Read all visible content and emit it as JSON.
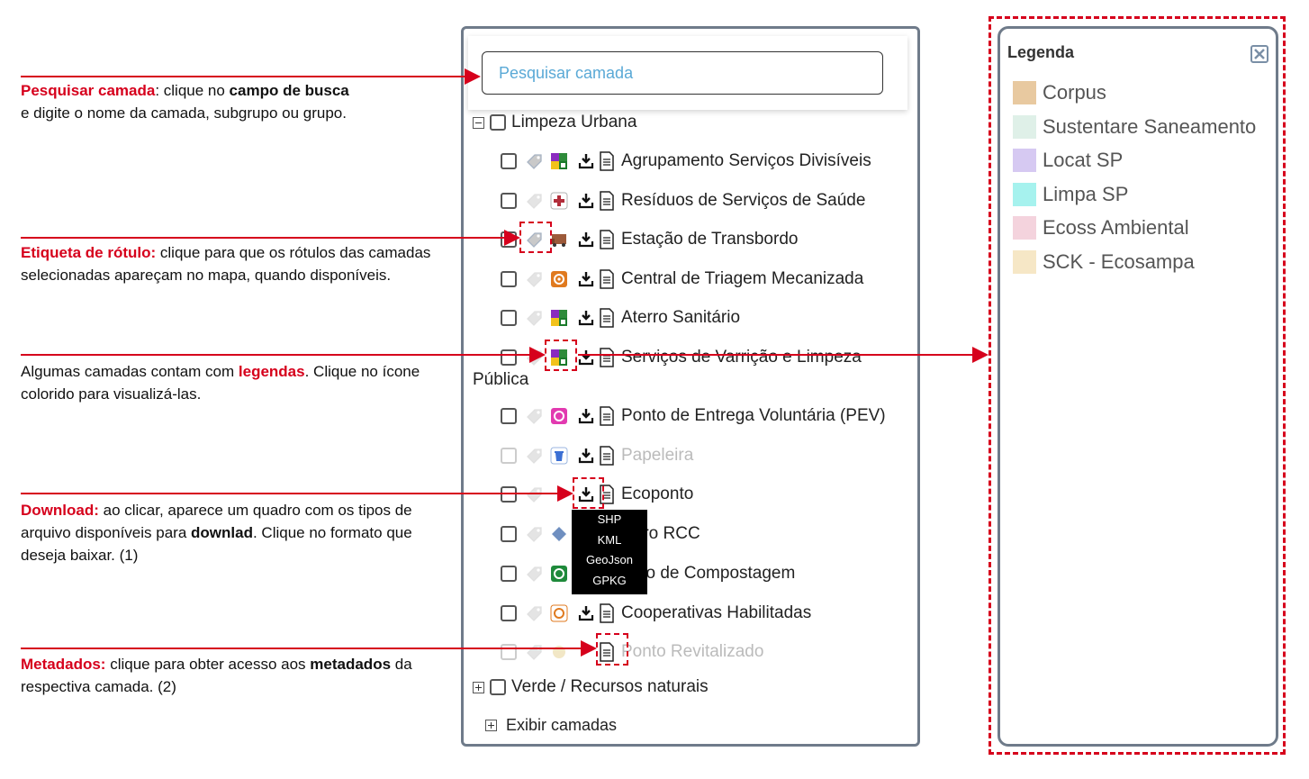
{
  "annotations": {
    "search": {
      "title": "Pesquisar camada",
      "text_before": ": clique no ",
      "bold": "campo de busca",
      "text_after": "e digite o nome da camada, subgrupo ou grupo."
    },
    "label_tag": {
      "title": "Etiqueta de rótulo:",
      "text": " clique para que os rótulos das camadas selecionadas apareçam no mapa, quando disponíveis."
    },
    "legends": {
      "text_before": "Algumas camadas contam com ",
      "highlight": "legendas",
      "text_after": ". Clique no ícone colorido para visualizá-las."
    },
    "download": {
      "title": "Download:",
      "text_before": " ao clicar, aparece um quadro com os tipos de arquivo disponíveis para ",
      "bold": "downlad",
      "text_after": ". Clique no formato que deseja baixar. (1)"
    },
    "metadata": {
      "title": "Metadados:",
      "text_before": " clique para obter acesso aos ",
      "bold": "metadados",
      "text_after": " da respectiva camada. (2)"
    }
  },
  "search": {
    "placeholder": "Pesquisar camada"
  },
  "group": {
    "label": "Limpeza Urbana"
  },
  "layers": [
    {
      "label": "Agrupamento Serviços Divisíveis",
      "symbol": "legend-multicolor-icon"
    },
    {
      "label": "Resíduos de Serviços de Saúde",
      "symbol": "medical-cross-icon"
    },
    {
      "label": "Estação de Transbordo",
      "symbol": "truck-icon"
    },
    {
      "label": "Central de Triagem Mecanizada",
      "symbol": "gear-orange-icon"
    },
    {
      "label": "Aterro Sanitário",
      "symbol": "legend-multicolor-icon"
    },
    {
      "label": "Serviços de Varrição e Limpeza",
      "label_wrap": "Pública",
      "symbol": "legend-multicolor-icon"
    },
    {
      "label": "Ponto de Entrega Voluntária (PEV)",
      "symbol": "recycle-pink-icon"
    },
    {
      "label": "Papeleira",
      "symbol": "bin-blue-icon",
      "disabled": true
    },
    {
      "label": "Ecoponto",
      "symbol": "none"
    },
    {
      "label": "Aterro RCC",
      "label_visible": "rro RCC",
      "symbol": "diamond-blue-icon"
    },
    {
      "label": "Pátio de Compostagem",
      "label_visible": "tio de Compostagem",
      "symbol": "recycle-green-icon"
    },
    {
      "label": "Cooperativas Habilitadas",
      "symbol": "recycle-orange-icon"
    },
    {
      "label": "Ponto Revitalizado",
      "symbol": "circle-faded-icon",
      "disabled": true
    }
  ],
  "collapsed_groups": [
    {
      "label": "Verde / Recursos naturais"
    }
  ],
  "show_layers": {
    "label": "Exibir camadas"
  },
  "download_menu": {
    "options": [
      "SHP",
      "KML",
      "GeoJson",
      "GPKG"
    ]
  },
  "legend_panel": {
    "title": "Legenda",
    "items": [
      {
        "label": "Corpus",
        "color": "#e8c9a0"
      },
      {
        "label": "Sustentare Saneamento",
        "color": "#dff0e8"
      },
      {
        "label": "Locat SP",
        "color": "#d6c9f2"
      },
      {
        "label": "Limpa SP",
        "color": "#a6f2ee"
      },
      {
        "label": "Ecoss Ambiental",
        "color": "#f4d3dd"
      },
      {
        "label": "SCK - Ecosampa",
        "color": "#f6e7c6"
      }
    ]
  },
  "colors": {
    "accent_red": "#d6001c",
    "panel_border": "#6f7b8a",
    "placeholder_blue": "#5aa9d6"
  }
}
